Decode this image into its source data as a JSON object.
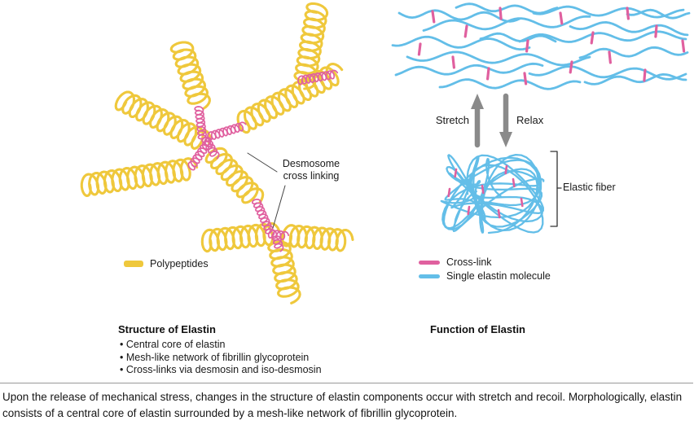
{
  "left_panel": {
    "desmosome_label_line1": "Desmosome",
    "desmosome_label_line2": "cross linking",
    "legend": {
      "polypeptides": "Polypeptides"
    },
    "heading": "Structure of Elastin",
    "bullets": [
      "• Central core of elastin",
      "• Mesh-like network of fibrillin glycoprotein",
      "• Cross-links via desmosin and iso-desmosin"
    ]
  },
  "right_panel": {
    "stretch_label": "Stretch",
    "relax_label": "Relax",
    "elastic_fiber_label": "Elastic fiber",
    "legend": {
      "cross_link": "Cross-link",
      "single_elastin": "Single elastin molecule"
    },
    "heading": "Function of Elastin"
  },
  "caption": "Upon the release of mechanical stress, changes in the structure of elastin components occur with stretch and recoil. Morphologically, elastin consists of a central core of elastin surrounded by a mesh-like network of fibrillin glycoprotein.",
  "colors": {
    "polypeptide": "#EFC83C",
    "cross_link": "#E0609F",
    "elastin": "#63BEE8",
    "arrow": "#8A8A8A"
  }
}
